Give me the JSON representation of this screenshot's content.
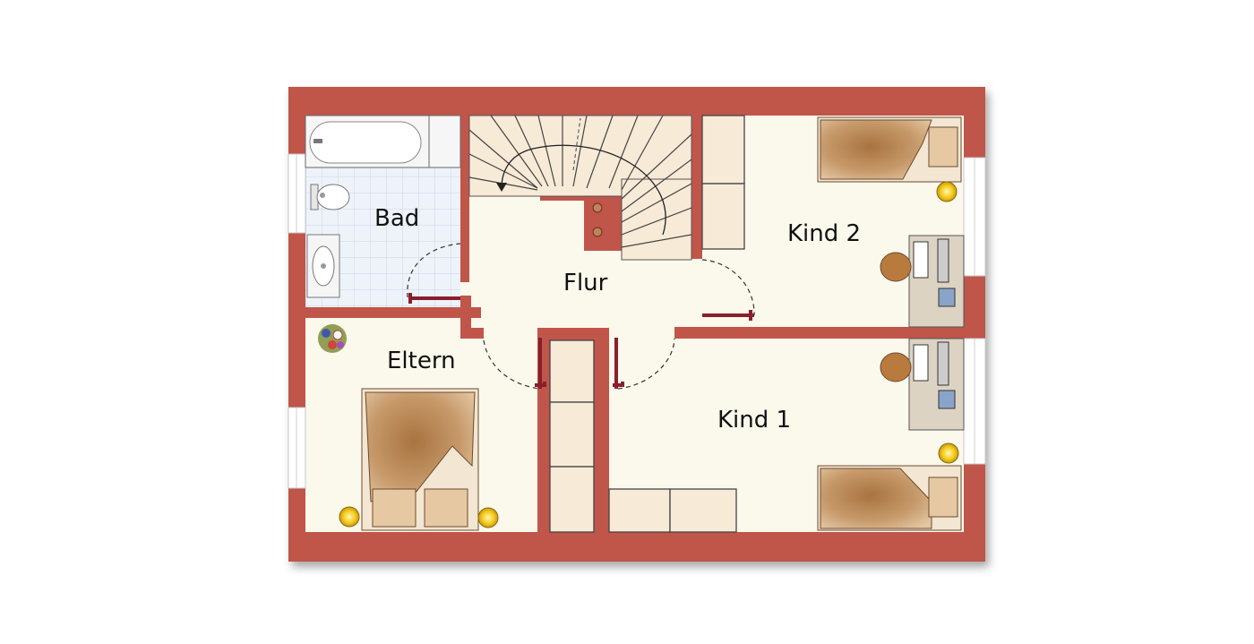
{
  "rooms": {
    "bad": "Bad",
    "flur": "Flur",
    "kind2": "Kind 2",
    "eltern": "Eltern",
    "kind1": "Kind 1"
  },
  "colors": {
    "wall": "#c0554a",
    "wall_dark": "#7e2420",
    "floor": "#fbf8ec",
    "tile": "#eef3fa",
    "wood": "#f7ead7",
    "bed": "#b9875a",
    "lamp": "#f3c81b",
    "door": "#8a1f2b"
  }
}
